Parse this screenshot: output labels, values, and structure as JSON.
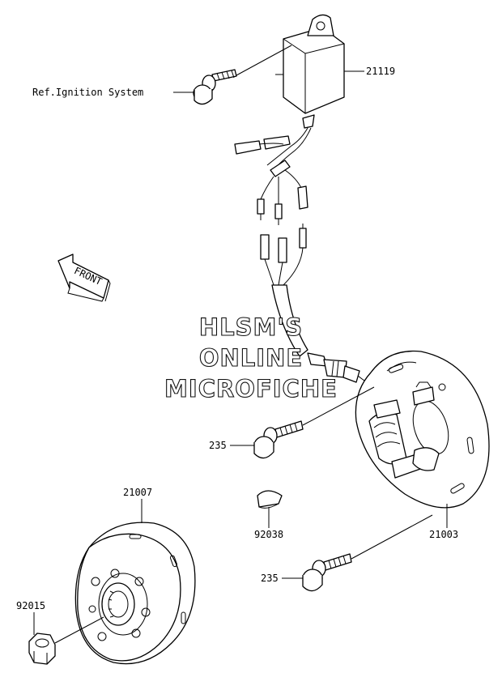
{
  "labels": {
    "ref_ignition": "Ref.Ignition System",
    "p21119": "21119",
    "p235_a": "235",
    "p235_b": "235",
    "p21007": "21007",
    "p92038": "92038",
    "p21003": "21003",
    "p92015": "92015"
  },
  "front_arrow": "FRONT",
  "watermark": {
    "line1": "HLSM'S",
    "line2": "ONLINE",
    "line3": "MICROFICHE"
  }
}
